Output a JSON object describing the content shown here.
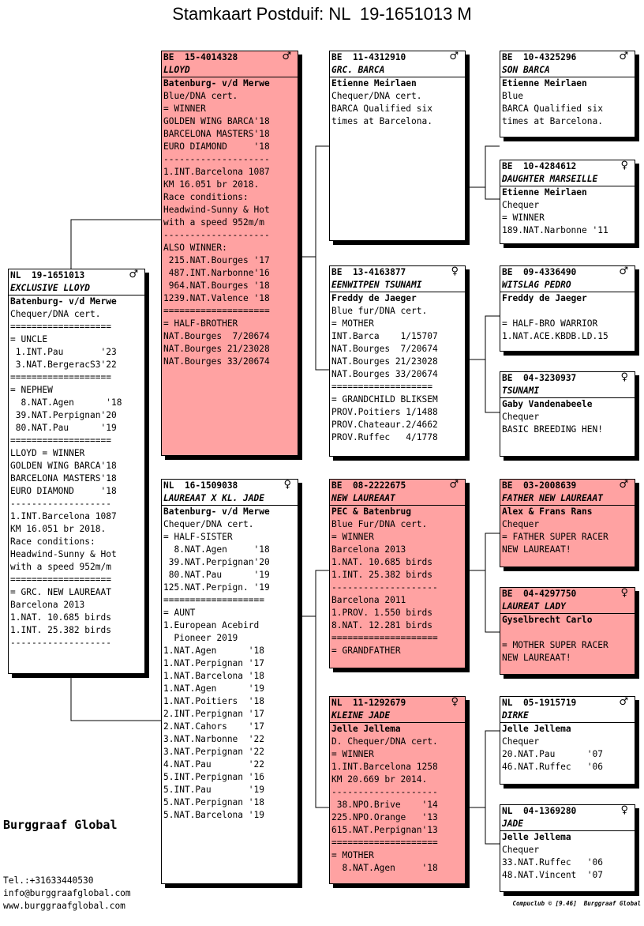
{
  "title": "Stamkaart Postduif: NL  19-1651013 M",
  "brand": "Burggraaf Global",
  "contact": [
    "Tel.:+31633440530",
    "info@burggraafglobal.com",
    "www.burggraafglobal.com"
  ],
  "credit": "Compuclub © [9.46]  Burggraaf Global",
  "colors": {
    "pink": "#ffa2a2",
    "white": "#ffffff"
  },
  "cards": [
    {
      "id": "subject",
      "color": "white",
      "ring": "NL  19-1651013",
      "sex": "♂",
      "name": "EXCLUSIVE LLOYD",
      "owner": "Batenburg- v/d Merwe",
      "lines": [
        "Chequer/DNA cert.",
        "===================",
        "= UNCLE",
        " 1.INT.Pau       '23",
        " 3.NAT.BergeracS3'22",
        "===================",
        "= NEPHEW",
        "  8.NAT.Agen      '18",
        " 39.NAT.Perpignan'20",
        " 80.NAT.Pau      '19",
        "===================",
        "LLOYD = WINNER",
        "GOLDEN WING BARCA'18",
        "BARCELONA MASTERS'18",
        "EURO DIAMOND     '18",
        "-------------------",
        "1.INT.Barcelona 1087",
        "KM 16.051 br 2018.",
        "Race conditions:",
        "Headwind-Sunny & Hot",
        "with a speed 952m/m",
        "===================",
        "= GRC. NEW LAUREAAT",
        "Barcelona 2013",
        "1.NAT. 10.685 birds",
        "1.INT. 25.382 birds",
        "-------------------"
      ]
    },
    {
      "id": "sire",
      "color": "pink",
      "ring": "BE  15-4014328",
      "sex": "♂",
      "name": "LLOYD",
      "owner": "Batenburg- v/d Merwe",
      "lines": [
        "Blue/DNA cert.",
        "= WINNER",
        "GOLDEN WING BARCA'18",
        "BARCELONA MASTERS'18",
        "EURO DIAMOND     '18",
        "--------------------",
        "1.INT.Barcelona 1087",
        "KM 16.051 br 2018.",
        "Race conditions:",
        "Headwind-Sunny & Hot",
        "with a speed 952m/m",
        "--------------------",
        "ALSO WINNER:",
        " 215.NAT.Bourges '17",
        " 487.INT.Narbonne'16",
        " 964.NAT.Bourges '18",
        "1239.NAT.Valence '18",
        "====================",
        "= HALF-BROTHER",
        "NAT.Bourges  7/20674",
        "NAT.Bourges 21/23028",
        "NAT.Bourges 33/20674"
      ]
    },
    {
      "id": "dam",
      "color": "white",
      "ring": "NL  16-1509038",
      "sex": "♀",
      "name": "LAUREAAT X KL. JADE",
      "owner": "Batenburg- v/d Merwe",
      "lines": [
        "Chequer/DNA cert.",
        "= HALF-SISTER",
        "  8.NAT.Agen     '18",
        " 39.NAT.Perpignan'20",
        " 80.NAT.Pau      '19",
        "125.NAT.Perpign. '19",
        "===================",
        "= AUNT",
        "1.European Acebird",
        "  Pioneer 2019",
        "1.NAT.Agen      '18",
        "1.NAT.Perpignan '17",
        "1.NAT.Barcelona '18",
        "1.NAT.Agen      '19",
        "1.NAT.Poitiers  '18",
        "2.INT.Perpignan '17",
        "2.NAT.Cahors    '17",
        "3.NAT.Narbonne  '22",
        "3.NAT.Perpignan '22",
        "4.NAT.Pau       '22",
        "5.INT.Perpignan '16",
        "5.INT.Pau       '19",
        "5.NAT.Perpignan '18",
        "5.NAT.Barcelona '19"
      ]
    },
    {
      "id": "ss",
      "color": "white",
      "ring": "BE  11-4312910",
      "sex": "♂",
      "name": "GRC. BARCA",
      "owner": "Etienne Meirlaen",
      "lines": [
        "Chequer/DNA cert.",
        "BARCA Qualified six",
        "times at Barcelona."
      ]
    },
    {
      "id": "sd",
      "color": "white",
      "ring": "BE  13-4163877",
      "sex": "♀",
      "name": "EENWITPEN TSUNAMI",
      "owner": "Freddy de Jaeger",
      "lines": [
        "Blue fur/DNA cert.",
        "= MOTHER",
        "INT.Barca    1/15707",
        "NAT.Bourges  7/20674",
        "NAT.Bourges 21/23028",
        "NAT.Bourges 33/20674",
        "===================",
        "= GRANDCHILD BLIKSEM",
        "PROV.Poitiers 1/1488",
        "PROV.Chateaur.2/4662",
        "PROV.Ruffec   4/1778"
      ]
    },
    {
      "id": "ds",
      "color": "pink",
      "ring": "BE  08-2222675",
      "sex": "♂",
      "name": "NEW LAUREAAT",
      "owner": "PEC & Batenbrug",
      "lines": [
        "Blue Fur/DNA cert.",
        "= WINNER",
        "Barcelona 2013",
        "1.NAT. 10.685 birds",
        "1.INT. 25.382 birds",
        "--------------------",
        "Barcelona 2011",
        "1.PROV. 1.550 birds",
        "8.NAT. 12.281 birds",
        "====================",
        "= GRANDFATHER"
      ]
    },
    {
      "id": "dd",
      "color": "pink",
      "ring": "NL  11-1292679",
      "sex": "♀",
      "name": "KLEINE JADE",
      "owner": "Jelle Jellema",
      "lines": [
        "D. Chequer/DNA cert.",
        "= WINNER",
        "1.INT.Barcelona 1258",
        "KM 20.669 br 2014.",
        "--------------------",
        " 38.NPO.Brive    '14",
        "225.NPO.Orange   '13",
        "615.NAT.Perpignan'13",
        "====================",
        "= MOTHER",
        "  8.NAT.Agen     '18"
      ]
    },
    {
      "id": "sss",
      "color": "white",
      "ring": "BE  10-4325296",
      "sex": "♂",
      "name": "SON BARCA",
      "owner": "Etienne Meirlaen",
      "lines": [
        "Blue",
        "BARCA Qualified six",
        "times at Barcelona."
      ]
    },
    {
      "id": "ssd",
      "color": "white",
      "ring": "BE  10-4284612",
      "sex": "♀",
      "name": "DAUGHTER MARSEILLE",
      "owner": "Etienne Meirlaen",
      "lines": [
        "Chequer",
        "= WINNER",
        "189.NAT.Narbonne '11"
      ]
    },
    {
      "id": "sds",
      "color": "white",
      "ring": "BE  09-4336490",
      "sex": "♂",
      "name": "WITSLAG PEDRO",
      "owner": "Freddy de Jaeger",
      "lines": [
        "",
        "= HALF-BRO WARRIOR",
        "1.NAT.ACE.KBDB.LD.15"
      ]
    },
    {
      "id": "sdd",
      "color": "white",
      "ring": "BE  04-3230937",
      "sex": "♀",
      "name": "TSUNAMI",
      "owner": "Gaby Vandenabeele",
      "lines": [
        "Chequer",
        "BASIC BREEDING HEN!"
      ]
    },
    {
      "id": "dss",
      "color": "pink",
      "ring": "BE  03-2008639",
      "sex": "♂",
      "name": "FATHER NEW LAUREAAT",
      "owner": "Alex & Frans Rans",
      "lines": [
        "Chequer",
        "= FATHER SUPER RACER",
        "NEW LAUREAAT!"
      ]
    },
    {
      "id": "dsd",
      "color": "pink",
      "ring": "BE  04-4297750",
      "sex": "♀",
      "name": "LAUREAT LADY",
      "owner": "Gyselbrecht Carlo",
      "lines": [
        "",
        "= MOTHER SUPER RACER",
        "NEW LAUREAAT!"
      ]
    },
    {
      "id": "dds",
      "color": "white",
      "ring": "NL  05-1915719",
      "sex": "♂",
      "name": "DIRKE",
      "owner": "Jelle Jellema",
      "lines": [
        "Chequer",
        "20.NAT.Pau      '07",
        "46.NAT.Ruffec   '06"
      ]
    },
    {
      "id": "ddd",
      "color": "white",
      "ring": "NL  04-1369280",
      "sex": "♀",
      "name": "JADE",
      "owner": "Jelle Jellema",
      "lines": [
        "Chequer",
        "33.NAT.Ruffec   '06",
        "48.NAT.Vincent  '07"
      ]
    }
  ]
}
